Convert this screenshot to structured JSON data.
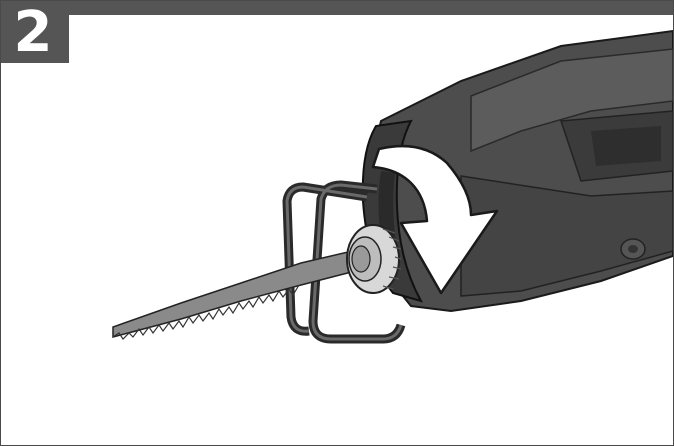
{
  "step": {
    "number": "2"
  },
  "colors": {
    "band": "#555555",
    "tool_body": "#4a4a4a",
    "tool_dark": "#2f2f2f",
    "blade": "#7a7a7a",
    "arrow_fill": "#ffffff",
    "outline": "#1a1a1a"
  },
  "illustration": {
    "subject": "reciprocating-saw-front",
    "action_arrow": "rotate-collar-down-arrow"
  }
}
